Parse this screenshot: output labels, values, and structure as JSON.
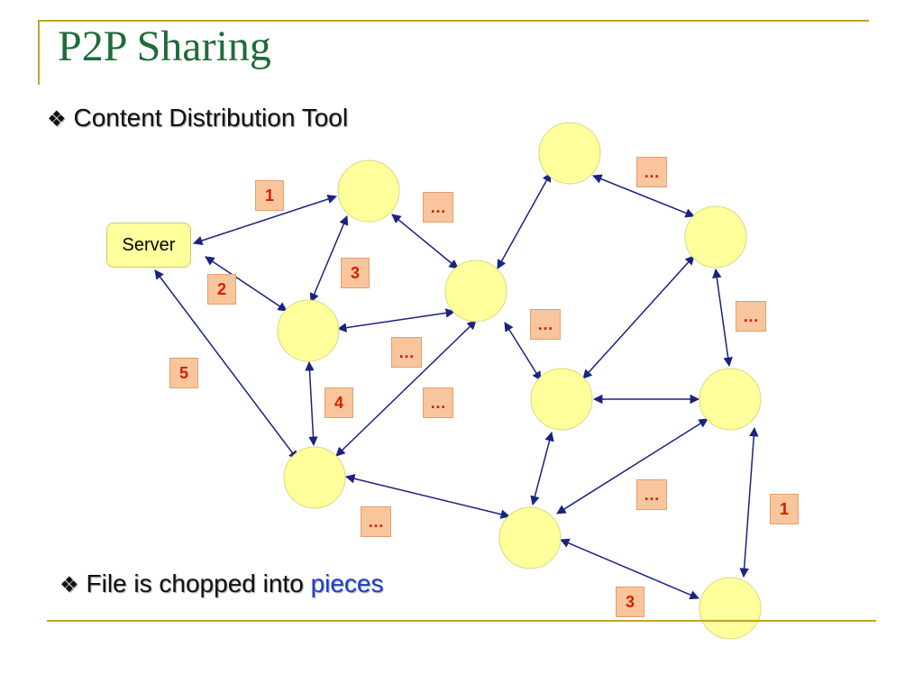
{
  "slide": {
    "title": "P2P Sharing",
    "bullets": [
      {
        "mark": "❖",
        "text": "Content Distribution Tool"
      },
      {
        "mark": "❖",
        "text_before": "File is chopped into ",
        "highlight": "pieces"
      }
    ]
  },
  "diagram": {
    "server_label": "Server",
    "node_color": "#ffff9c",
    "edge_color": "#1a237e",
    "tag_color": "#f9c59c",
    "tag_text_color": "#d02000",
    "tags": [
      "1",
      "…",
      "…",
      "3",
      "2",
      "…",
      "…",
      "5",
      "…",
      "4",
      "…",
      "…",
      "…",
      "1",
      "3"
    ]
  }
}
